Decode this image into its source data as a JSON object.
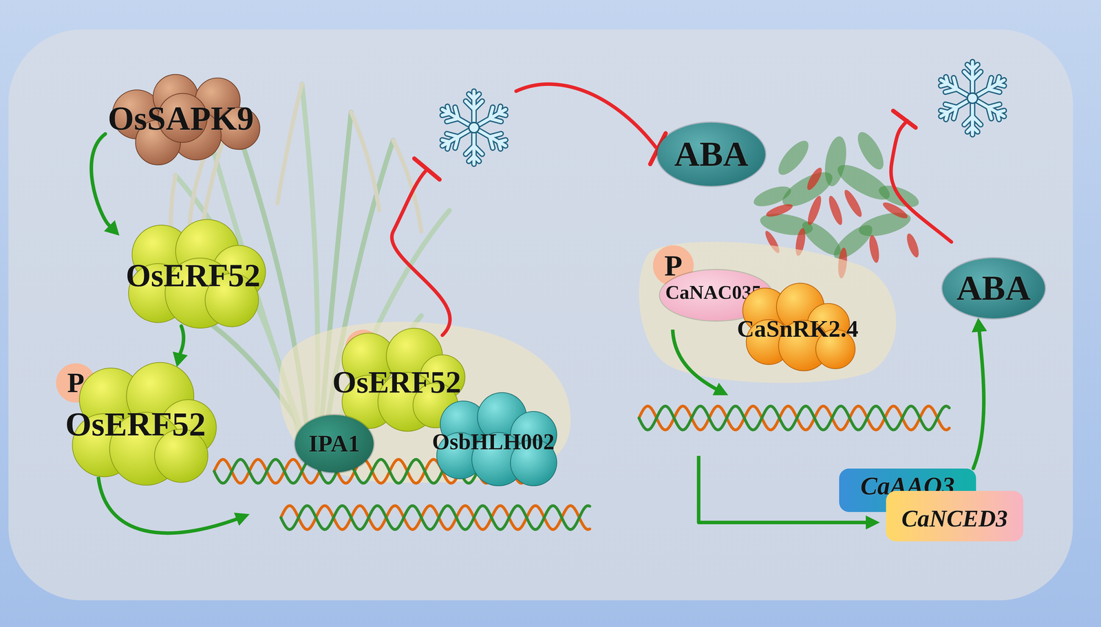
{
  "diagram": {
    "nodes": [
      {
        "text": [
          "OsSAPK9"
        ]
      },
      {
        "text": [
          "OsERF52"
        ]
      },
      {
        "text": [
          "P"
        ]
      },
      {
        "text": [
          "OsERF52"
        ]
      },
      {
        "text": [
          "P"
        ]
      },
      {
        "text": [
          "OsERF52"
        ]
      },
      {
        "text": [
          "IPA1"
        ]
      },
      {
        "text": [
          "OsbHLH002"
        ]
      },
      {
        "text": [
          "ABA"
        ]
      },
      {
        "text": [
          "P"
        ]
      },
      {
        "text": [
          "CaNAC035"
        ]
      },
      {
        "text": [
          "CaSnRK2.4"
        ]
      },
      {
        "text": [
          "ABA"
        ]
      },
      {
        "text": [
          "CaAAO3"
        ]
      },
      {
        "text": [
          "CaNCED3"
        ]
      }
    ],
    "edges": [
      {
        "from": 0,
        "to": 1,
        "arrow": "to"
      },
      {
        "from": 1,
        "to": 3,
        "arrow": "to"
      },
      {
        "from": 13,
        "to": 12,
        "arrow": "to"
      }
    ]
  }
}
